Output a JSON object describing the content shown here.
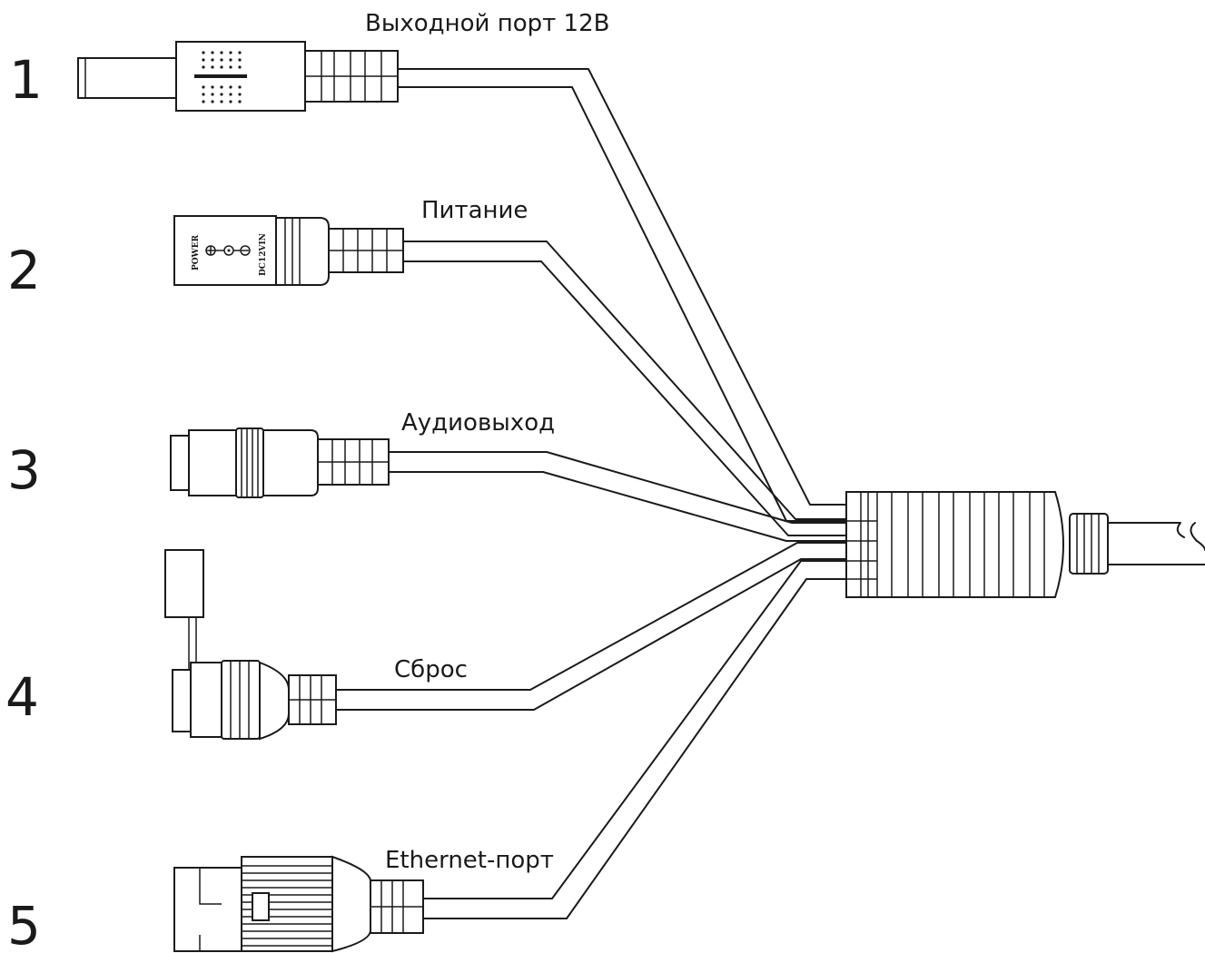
{
  "diagram": {
    "connectors": [
      {
        "number": "1",
        "label": "Выходной порт 12В",
        "icon": "dc-plug-icon"
      },
      {
        "number": "2",
        "label": "Питание",
        "icon": "dc-jack-icon",
        "marking_left": "POWER",
        "marking_right": "DC12VIN"
      },
      {
        "number": "3",
        "label": "Аудиовыход",
        "icon": "rca-jack-icon"
      },
      {
        "number": "4",
        "label": "Сброс",
        "icon": "reset-button-connector-icon"
      },
      {
        "number": "5",
        "label": "Ethernet-порт",
        "icon": "rj45-jack-icon"
      }
    ],
    "main_cable_icon": "cable-hub-icon"
  }
}
